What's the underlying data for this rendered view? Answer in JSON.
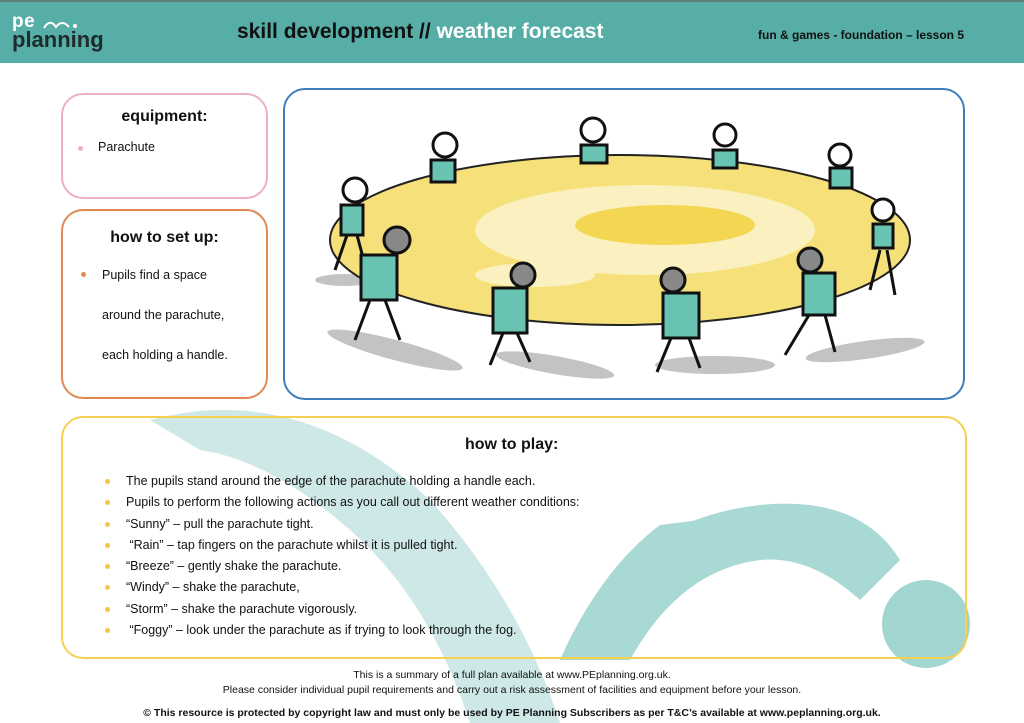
{
  "header": {
    "logo": {
      "top": "pe",
      "bottom": "planning"
    },
    "title_part1": "skill development //",
    "title_part2": " weather forecast",
    "lesson": "fun & games - foundation – lesson 5",
    "colors": {
      "banner": "#56aea6",
      "title_accent": "#ffffff"
    }
  },
  "equipment": {
    "heading": "equipment:",
    "items": [
      "Parachute"
    ],
    "border_color": "#eeb0c4"
  },
  "setup": {
    "heading": "how to set up:",
    "lines": [
      "Pupils find a space",
      "around the parachute,",
      "each holding a handle."
    ],
    "border_color": "#e08a52"
  },
  "picture": {
    "description": "Illustration of children standing in a circle holding a yellow parachute",
    "border_color": "#3d7fbd"
  },
  "how_to_play": {
    "heading": "how to play:",
    "items": [
      "The pupils stand around the edge of the parachute holding a handle each.",
      "Pupils to perform the following actions as you call out different weather conditions:",
      "“Sunny” – pull the parachute tight.",
      " “Rain” – tap fingers on the parachute whilst it is pulled tight.",
      "“Breeze” – gently shake the parachute.",
      "“Windy” – shake the parachute,",
      "“Storm” – shake the parachute vigorously.",
      " “Foggy” – look under the parachute as if trying to look through the fog."
    ],
    "border_color": "#f5cf4f"
  },
  "footer": {
    "line1": "This is a summary of a full plan available at www.PEplanning.org.uk.",
    "line2": "Please consider individual pupil requirements and carry out a risk assessment of facilities and equipment before your lesson.",
    "line3": "© This resource is protected by copyright law and must only be used by PE Planning Subscribers as per T&C’s available at www.peplanning.org.uk."
  }
}
